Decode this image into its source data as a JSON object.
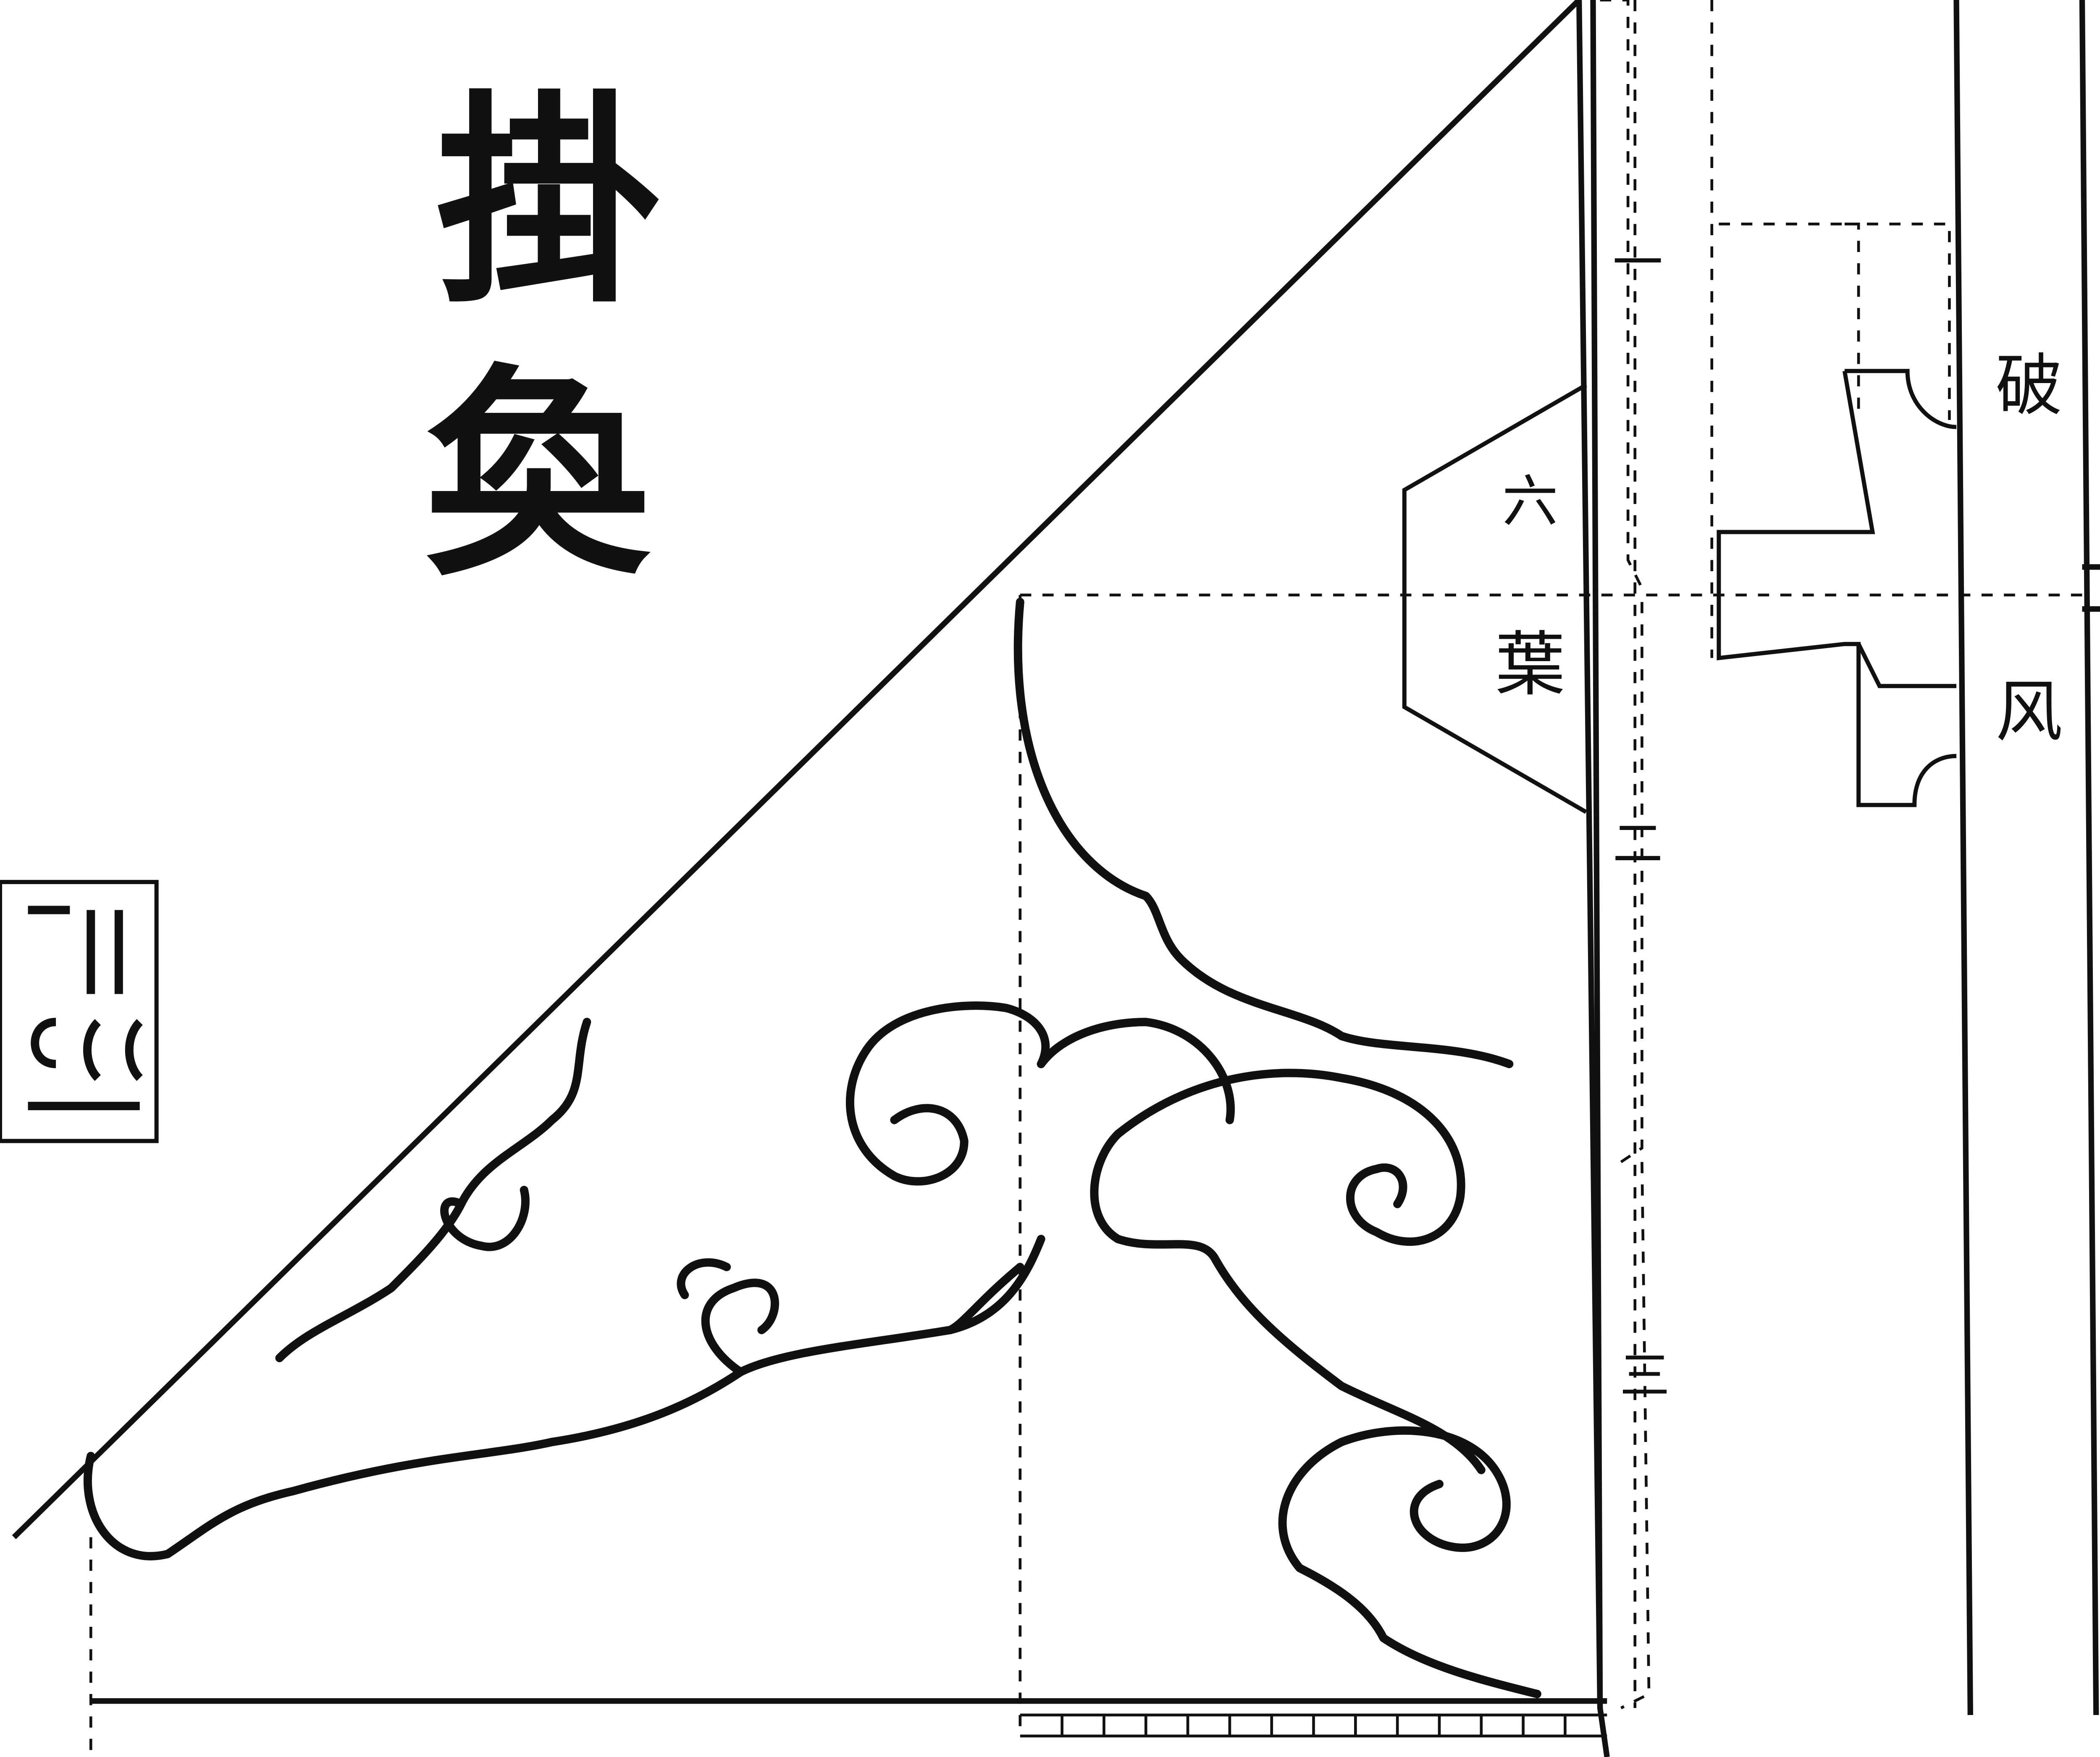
{
  "title": {
    "char1": "掛",
    "char2": "奐"
  },
  "labels": {
    "six_leaves_1": "六",
    "six_leaves_2": "葉",
    "broken_wind_1": "破",
    "broken_wind_2": "风"
  },
  "numbers": {
    "n1": "一",
    "n2": "二",
    "n3": "三"
  },
  "seal": {
    "text": "Seal"
  },
  "colors": {
    "ink": "#111111",
    "paper": "#ffffff"
  }
}
